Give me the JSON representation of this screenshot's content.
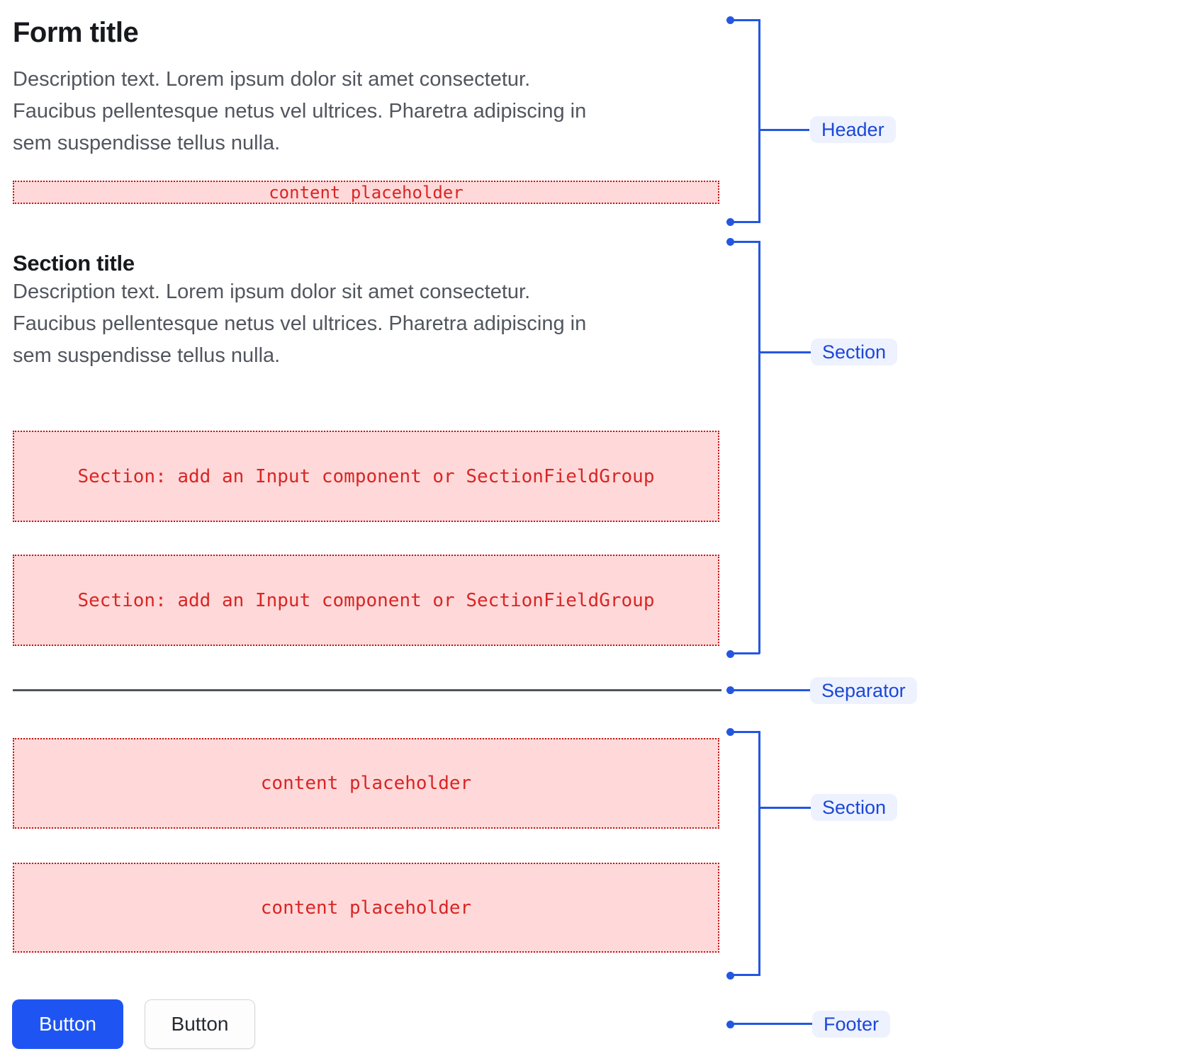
{
  "header": {
    "title": "Form title",
    "description": "Description text. Lorem ipsum dolor sit amet consectetur.\nFaucibus pellentesque netus vel ultrices. Pharetra adipiscing in\nsem suspendisse tellus nulla.",
    "content_placeholder": "content placeholder"
  },
  "section_1": {
    "title": "Section title",
    "description": "Description text. Lorem ipsum dolor sit amet consectetur.\nFaucibus pellentesque netus vel ultrices. Pharetra adipiscing in\nsem suspendisse tellus nulla.",
    "slot_1": "Section: add an Input component or SectionFieldGroup",
    "slot_2": "Section: add an Input component or SectionFieldGroup"
  },
  "section_2": {
    "slot_1": "content placeholder",
    "slot_2": "content placeholder"
  },
  "footer": {
    "primary_button_label": "Button",
    "secondary_button_label": "Button"
  },
  "annotations": {
    "header_label": "Header",
    "section_1_label": "Section",
    "separator_label": "Separator",
    "section_2_label": "Section",
    "footer_label": "Footer"
  },
  "colors": {
    "annotation_blue": "#2457e0",
    "callout_text_blue": "#1c47d8",
    "callout_bg": "#edf2fe",
    "placeholder_bg": "#ffd9d9",
    "placeholder_border": "#c41414",
    "placeholder_text": "#d92525",
    "primary_button_bg": "#1e55f2",
    "separator_line": "#4f555e"
  }
}
